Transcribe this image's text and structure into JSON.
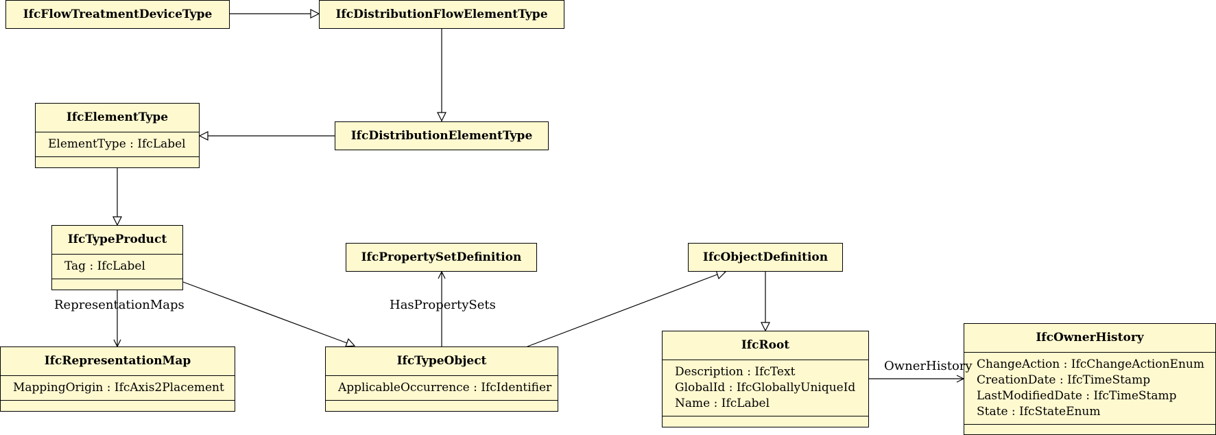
{
  "classes": {
    "flow_treatment_device_type": {
      "name": "IfcFlowTreatmentDeviceType"
    },
    "distribution_flow_element_type": {
      "name": "IfcDistributionFlowElementType"
    },
    "element_type": {
      "name": "IfcElementType",
      "attributes": [
        "ElementType : IfcLabel"
      ]
    },
    "distribution_element_type": {
      "name": "IfcDistributionElementType"
    },
    "type_product": {
      "name": "IfcTypeProduct",
      "attributes": [
        "Tag : IfcLabel"
      ]
    },
    "property_set_definition": {
      "name": "IfcPropertySetDefinition"
    },
    "object_definition": {
      "name": "IfcObjectDefinition"
    },
    "representation_map": {
      "name": "IfcRepresentationMap",
      "attributes": [
        "MappingOrigin : IfcAxis2Placement"
      ]
    },
    "type_object": {
      "name": "IfcTypeObject",
      "attributes": [
        "ApplicableOccurrence : IfcIdentifier"
      ]
    },
    "root": {
      "name": "IfcRoot",
      "attributes": [
        "Description : IfcText",
        "GlobalId : IfcGloballyUniqueId",
        "Name : IfcLabel"
      ]
    },
    "owner_history": {
      "name": "IfcOwnerHistory",
      "attributes": [
        "ChangeAction : IfcChangeActionEnum",
        "CreationDate : IfcTimeStamp",
        "LastModifiedDate : IfcTimeStamp",
        "State : IfcStateEnum"
      ]
    }
  },
  "relations": {
    "representation_maps": "RepresentationMaps",
    "has_property_sets": "HasPropertySets",
    "owner_history": "OwnerHistory"
  },
  "colors": {
    "class_fill": "#fff9d0",
    "line": "#000000"
  }
}
